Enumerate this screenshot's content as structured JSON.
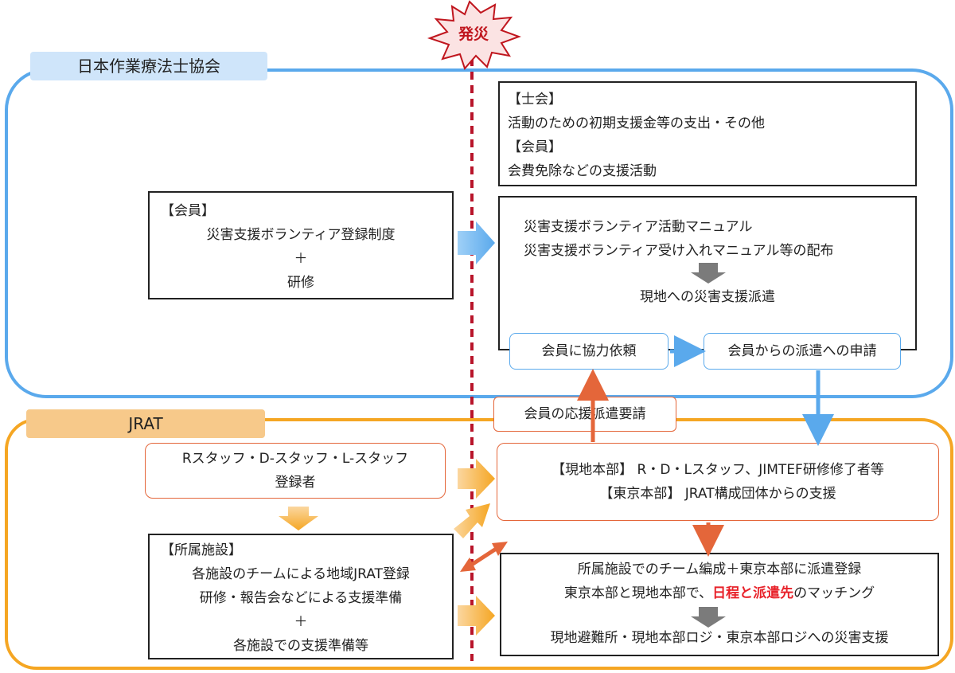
{
  "burst": {
    "label": "発災"
  },
  "jaot": {
    "title": "日本作業療法士協会",
    "member_box": {
      "heading": "【会員】",
      "line1": "災害支援ボランティア登録制度",
      "line2": "＋",
      "line3": "研修"
    },
    "support_box": {
      "heading1": "【士会】",
      "line1": "活動のための初期支援金等の支出・その他",
      "heading2": "【会員】",
      "line2": "会費免除などの支援活動"
    },
    "manual_box": {
      "line1": "災害支援ボランティア活動マニュアル",
      "line2": "災害支援ボランティア受け入れマニュアル等の配布",
      "line3": "現地への災害支援派遣"
    },
    "request_box": "会員に協力依頼",
    "apply_box": "会員からの派遣への申請"
  },
  "dispatch_request": "会員の応援派遣要請",
  "jrat": {
    "title": "JRAT",
    "staff_box": {
      "line1": "Rスタッフ・D-スタッフ・L-スタッフ",
      "line2": "登録者"
    },
    "hq_box": {
      "line1": "【現地本部】 R・D・Lスタッフ、JIMTEF研修修了者等",
      "line2": "【東京本部】 JRAT構成団体からの支援"
    },
    "facility_box": {
      "heading": "【所属施設】",
      "line1": "各施設のチームによる地域JRAT登録",
      "line2": "研修・報告会などによる支援準備",
      "line3": "＋",
      "line4": "各施設での支援準備等"
    },
    "team_box": {
      "line1": "所属施設でのチーム編成＋東京本部に派遣登録",
      "line2_pre": "東京本部と現地本部で、",
      "line2_highlight": "日程と派遣先",
      "line2_post": "のマッチング",
      "line3": "現地避難所・現地本部ロジ・東京本部ロジへの災害支援"
    }
  },
  "colors": {
    "blue": "#5aa9ec",
    "orange": "#f5a623",
    "red_arrow": "#e4663a",
    "dashed_line": "#b8142a",
    "gray_arrow": "#7b7b7b",
    "highlight": "#e8222a"
  }
}
